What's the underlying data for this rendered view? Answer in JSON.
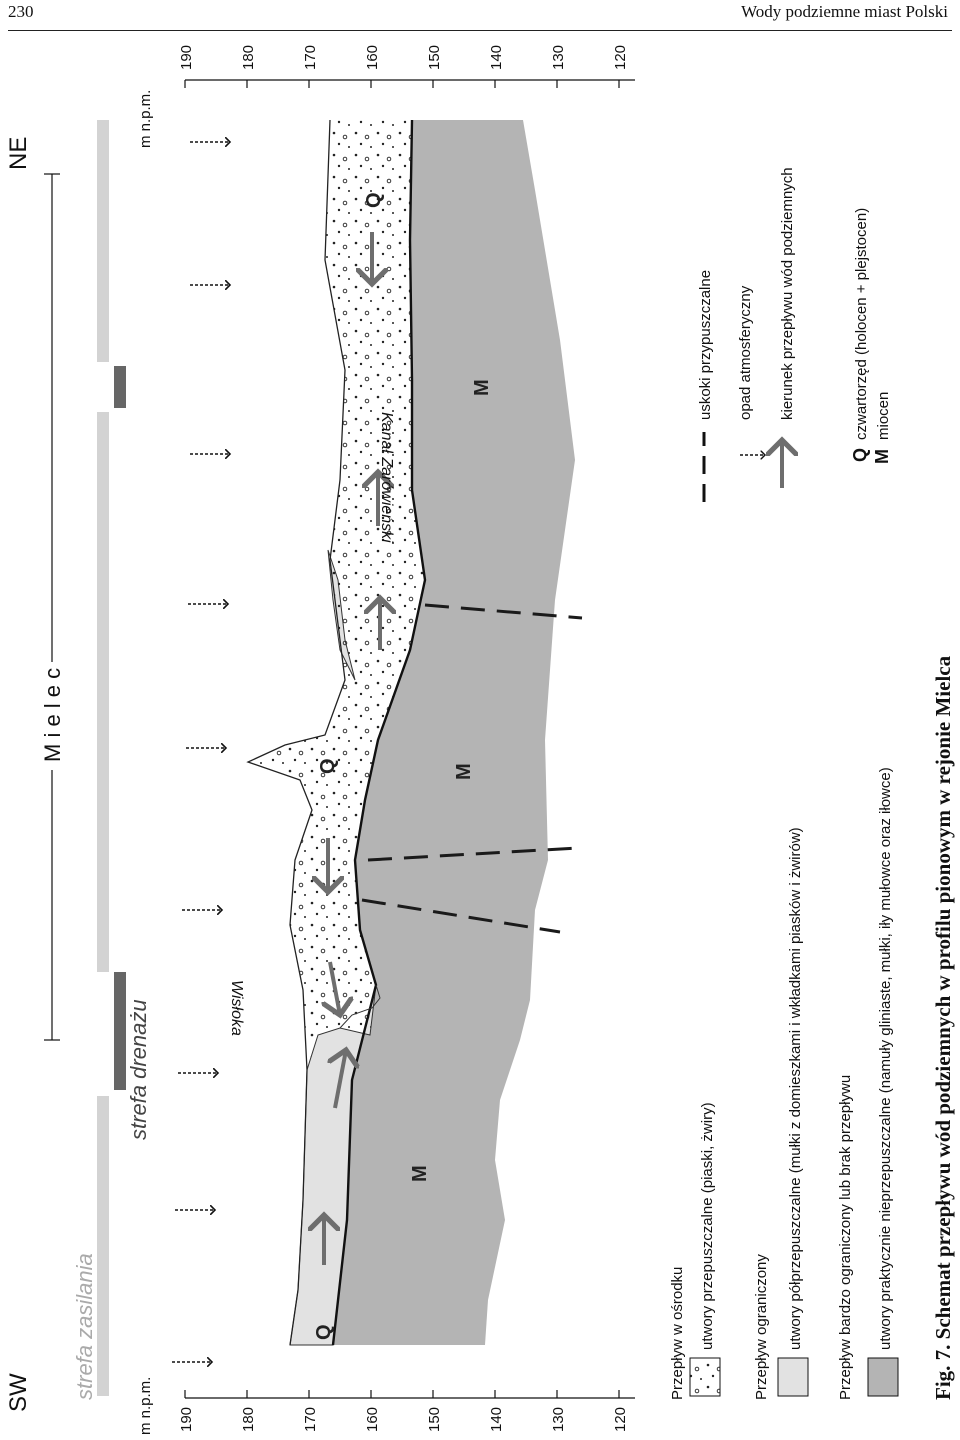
{
  "header": {
    "page_number": "230",
    "running_title": "Wody podziemne miast Polski"
  },
  "directions": {
    "left": "SW",
    "right": "NE"
  },
  "town_label": "M i e l e c",
  "zones": {
    "supply": "strefa zasilania",
    "drainage": "strefa drenażu"
  },
  "axis": {
    "unit_label": "m n.p.m.",
    "ticks": [
      "190",
      "180",
      "170",
      "160",
      "150",
      "140",
      "130",
      "120"
    ]
  },
  "rivers": {
    "wisloka": "Wisłoka",
    "canal": "Kanał Zarówieński"
  },
  "strata_labels": {
    "Q": "Q",
    "M": "M"
  },
  "legend": {
    "flow_in_medium": "Przepływ w ośrodku",
    "permeable": "utwory przepuszczalne (piaski, żwiry)",
    "flow_limited": "Przepływ ograniczony",
    "semi_permeable": "utwory półprzepuszczalne (mułki z domieszkami i wkładkami piasków i żwirów)",
    "flow_very_limited": "Przepływ bardzo ograniczony lub brak przepływu",
    "impermeable": "utwory praktycznie nieprzepuszczalne (namuły gliniaste,  mułki, iły mułowce oraz iłowce)",
    "faults": "uskoki przypuszczalne",
    "precipitation": "opad atmosferyczny",
    "flow_direction": "kierunek przepływu wód podziemnych",
    "q_symbol": "Q",
    "q_desc": "czwartorzęd (holocen + plejstocen)",
    "m_symbol": "M",
    "m_desc": "miocen"
  },
  "caption": "Fig. 7. Schemat przepływu wód podziemnych w profilu pionowym w rejonie Mielca",
  "colors": {
    "impermeable": "#b4b4b4",
    "semi": "#e2e2e2",
    "arrow": "#6e6e6e",
    "fault": "#1a1a1a"
  }
}
